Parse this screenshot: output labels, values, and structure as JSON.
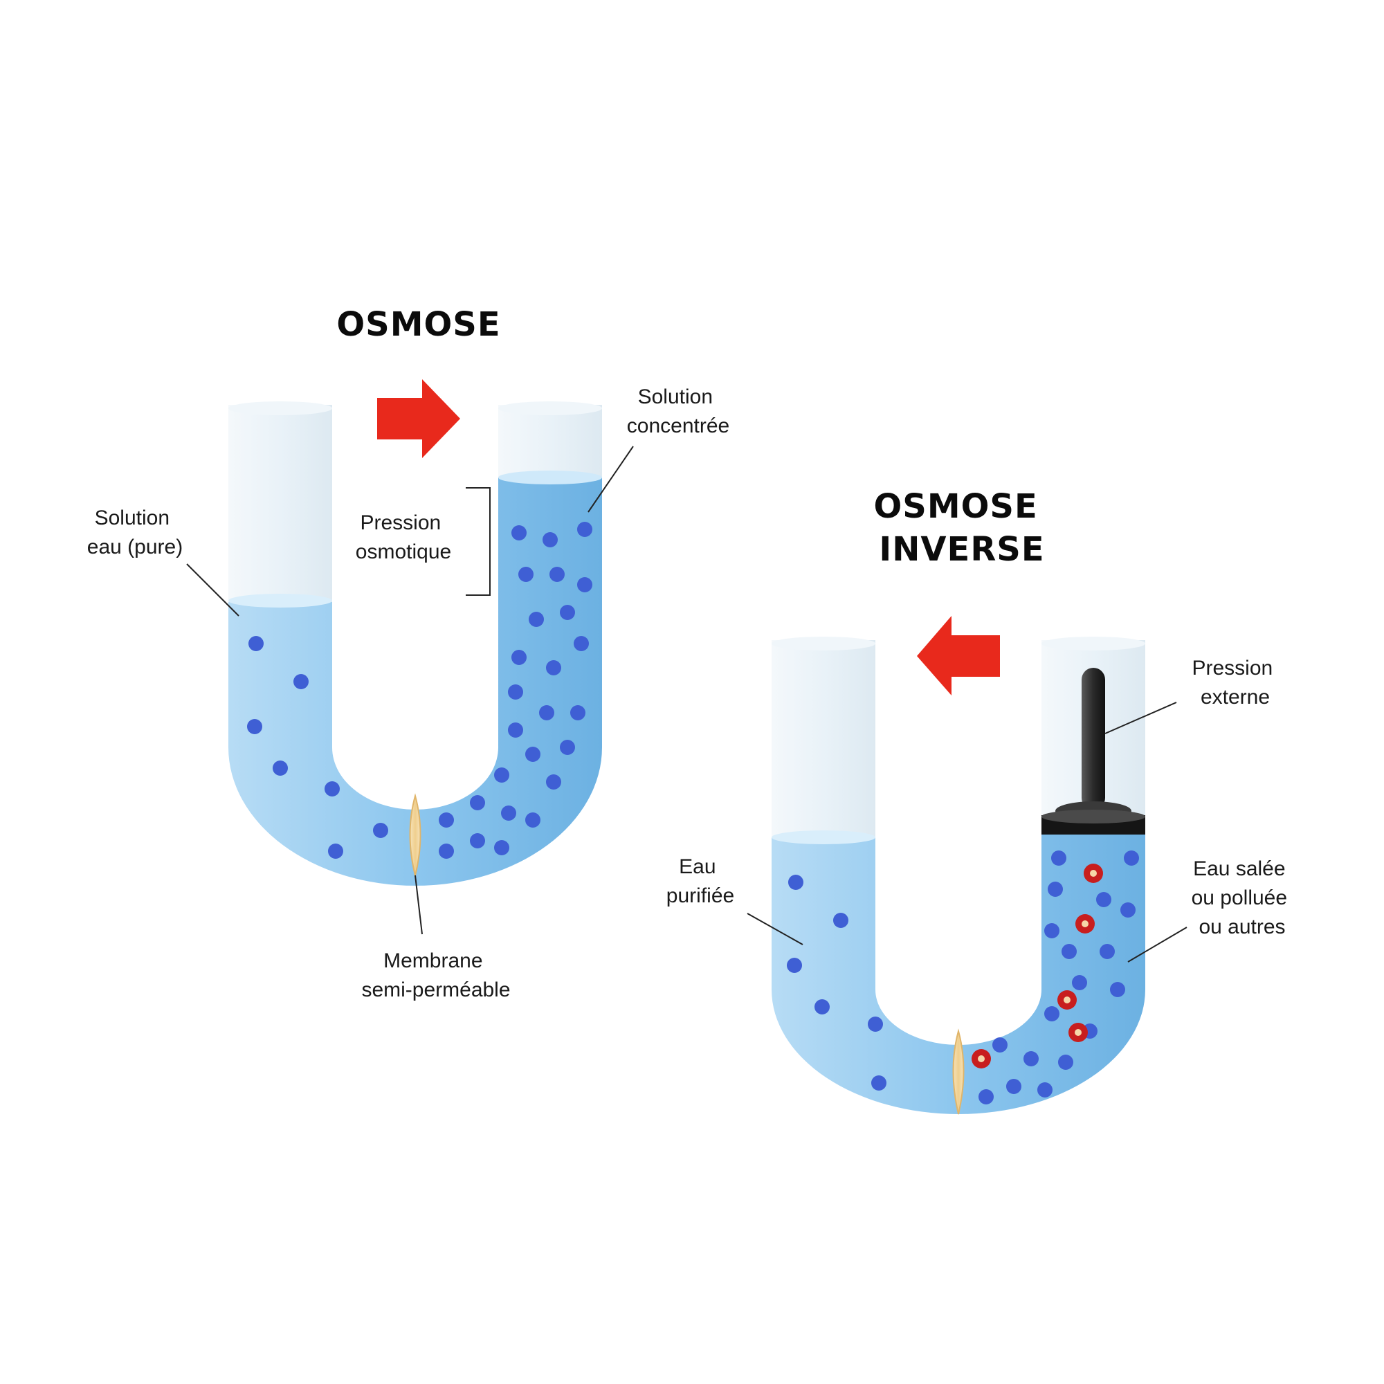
{
  "panels": {
    "osmose": {
      "title": "OSMOSE",
      "labels": {
        "left_solution": [
          "Solution",
          "eau (pure)"
        ],
        "concentrated": [
          "Solution",
          "concentrée"
        ],
        "pressure": [
          "Pression",
          "osmotique"
        ],
        "membrane": [
          "Membrane",
          "semi-perméable"
        ]
      }
    },
    "inverse": {
      "title": [
        "OSMOSE",
        "INVERSE"
      ],
      "labels": {
        "purified": [
          "Eau",
          "purifiée"
        ],
        "external_pressure": [
          "Pression",
          "externe"
        ],
        "salty_water": [
          "Eau salée",
          "ou polluée",
          "ou autres"
        ]
      }
    }
  },
  "colors": {
    "water_light": "#d9eefb",
    "water": "#9fd0f1",
    "water_dark": "#6fb4e3",
    "tube_empty": "#eef5fa",
    "arrow": "#e8291c",
    "particle": "#3f5fd4",
    "pollutant": "#c81e1e",
    "membrane": "#f3d7a4",
    "piston": "#2b2b2b"
  }
}
